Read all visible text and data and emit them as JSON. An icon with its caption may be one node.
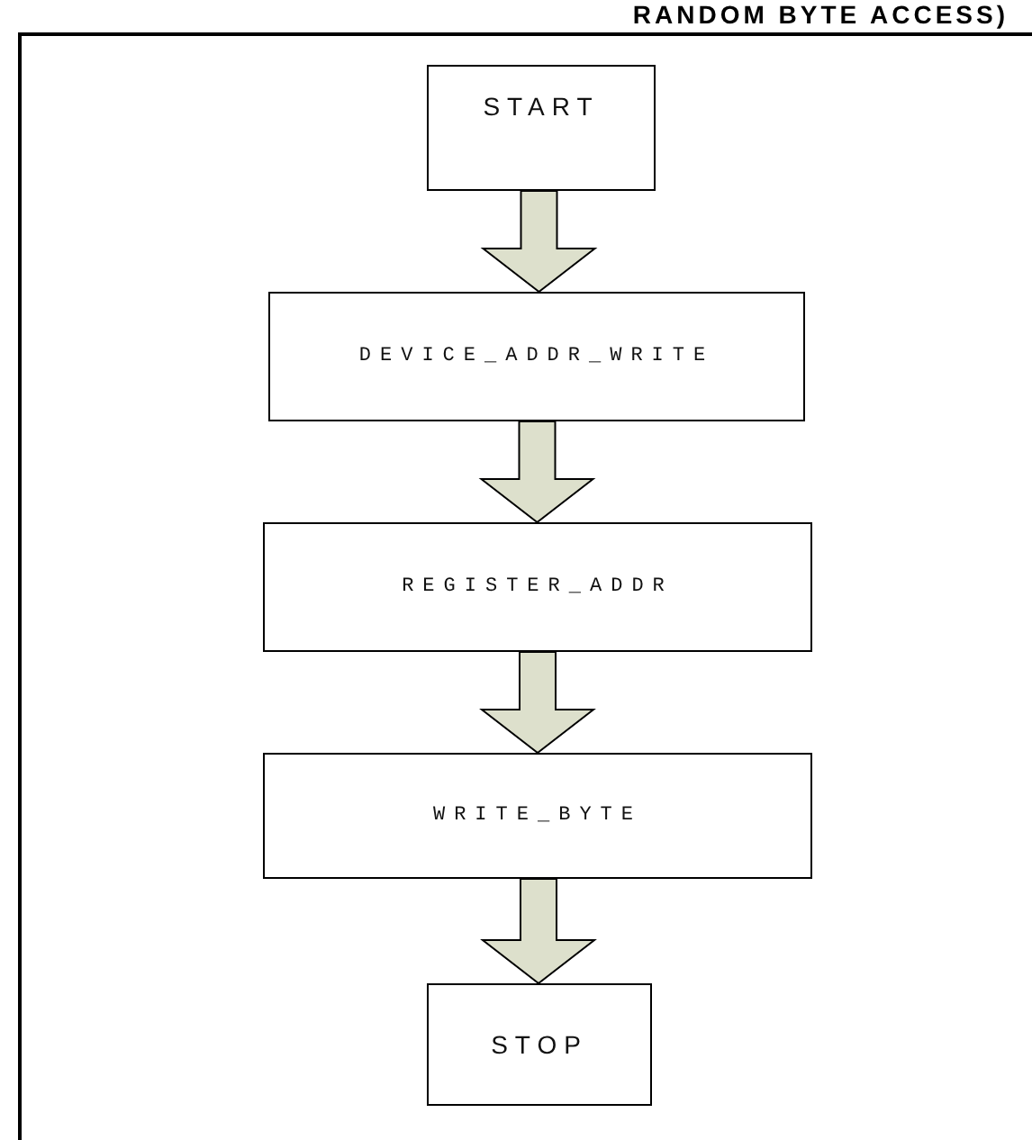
{
  "diagram": {
    "title": "RANDOM BYTE ACCESS)",
    "nodes": [
      {
        "text": [
          "START"
        ]
      },
      {
        "text": [
          "DEVICE_ADDR_WRITE"
        ]
      },
      {
        "text": [
          "REGISTER_ADDR"
        ]
      },
      {
        "text": [
          "WRITE_BYTE"
        ]
      },
      {
        "text": [
          "STOP"
        ]
      }
    ],
    "edges": [
      {
        "from": 0,
        "to": 1,
        "arrow": "to"
      },
      {
        "from": 1,
        "to": 2,
        "arrow": "to"
      },
      {
        "from": 2,
        "to": 3,
        "arrow": "to"
      },
      {
        "from": 3,
        "to": 4,
        "arrow": "to"
      }
    ]
  }
}
